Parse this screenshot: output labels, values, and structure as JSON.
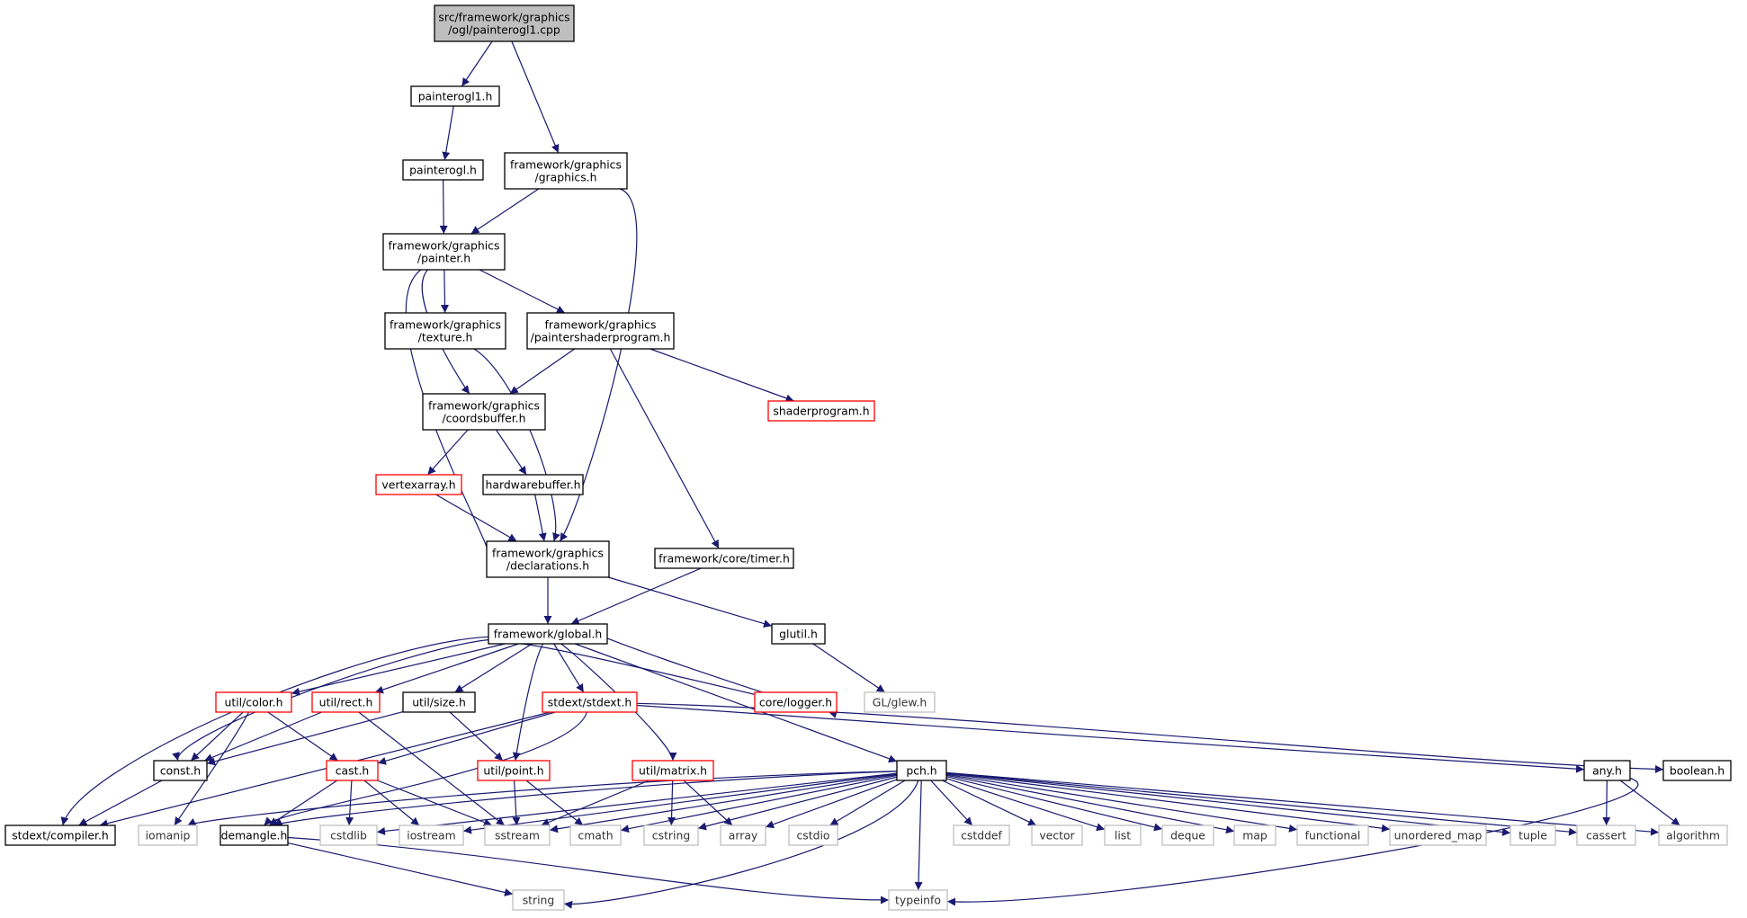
{
  "colors": {
    "edge": "#191970",
    "border_normal": "#000000",
    "border_truncated": "#ff0000",
    "border_system": "#bfbfbf",
    "text_normal": "#000000",
    "text_system": "#333333",
    "root_fill": "#bfbfbf",
    "node_fill": "#ffffff"
  },
  "nodes": [
    {
      "id": "root",
      "label": "src/framework/graphics\n/ogl/painterogl1.cpp",
      "kind": "root"
    },
    {
      "id": "painterogl1",
      "label": "painterogl1.h",
      "kind": "normal"
    },
    {
      "id": "painterogl",
      "label": "painterogl.h",
      "kind": "normal"
    },
    {
      "id": "graphics",
      "label": "framework/graphics\n/graphics.h",
      "kind": "normal"
    },
    {
      "id": "painter",
      "label": "framework/graphics\n/painter.h",
      "kind": "normal"
    },
    {
      "id": "texture",
      "label": "framework/graphics\n/texture.h",
      "kind": "normal"
    },
    {
      "id": "paintershader",
      "label": "framework/graphics\n/paintershaderprogram.h",
      "kind": "normal"
    },
    {
      "id": "shaderprogram",
      "label": "shaderprogram.h",
      "kind": "truncated"
    },
    {
      "id": "coordsbuffer",
      "label": "framework/graphics\n/coordsbuffer.h",
      "kind": "normal"
    },
    {
      "id": "vertexarray",
      "label": "vertexarray.h",
      "kind": "truncated"
    },
    {
      "id": "hardwarebuffer",
      "label": "hardwarebuffer.h",
      "kind": "normal"
    },
    {
      "id": "declarations",
      "label": "framework/graphics\n/declarations.h",
      "kind": "normal"
    },
    {
      "id": "timer",
      "label": "framework/core/timer.h",
      "kind": "normal"
    },
    {
      "id": "global",
      "label": "framework/global.h",
      "kind": "normal"
    },
    {
      "id": "glutil",
      "label": "glutil.h",
      "kind": "normal"
    },
    {
      "id": "glew",
      "label": "GL/glew.h",
      "kind": "system"
    },
    {
      "id": "color",
      "label": "util/color.h",
      "kind": "truncated"
    },
    {
      "id": "rect",
      "label": "util/rect.h",
      "kind": "truncated"
    },
    {
      "id": "size",
      "label": "util/size.h",
      "kind": "normal"
    },
    {
      "id": "stdext",
      "label": "stdext/stdext.h",
      "kind": "truncated"
    },
    {
      "id": "logger",
      "label": "core/logger.h",
      "kind": "truncated"
    },
    {
      "id": "const",
      "label": "const.h",
      "kind": "normal"
    },
    {
      "id": "cast",
      "label": "cast.h",
      "kind": "truncated"
    },
    {
      "id": "point",
      "label": "util/point.h",
      "kind": "truncated"
    },
    {
      "id": "matrix",
      "label": "util/matrix.h",
      "kind": "truncated"
    },
    {
      "id": "pch",
      "label": "pch.h",
      "kind": "normal"
    },
    {
      "id": "any",
      "label": "any.h",
      "kind": "normal"
    },
    {
      "id": "boolean",
      "label": "boolean.h",
      "kind": "normal"
    },
    {
      "id": "compiler",
      "label": "stdext/compiler.h",
      "kind": "normal"
    },
    {
      "id": "iomanip",
      "label": "iomanip",
      "kind": "system"
    },
    {
      "id": "demangle",
      "label": "demangle.h",
      "kind": "normal"
    },
    {
      "id": "cstdlib",
      "label": "cstdlib",
      "kind": "system"
    },
    {
      "id": "iostream",
      "label": "iostream",
      "kind": "system"
    },
    {
      "id": "sstream",
      "label": "sstream",
      "kind": "system"
    },
    {
      "id": "cmath",
      "label": "cmath",
      "kind": "system"
    },
    {
      "id": "cstring",
      "label": "cstring",
      "kind": "system"
    },
    {
      "id": "array",
      "label": "array",
      "kind": "system"
    },
    {
      "id": "cstdio",
      "label": "cstdio",
      "kind": "system"
    },
    {
      "id": "cstddef",
      "label": "cstddef",
      "kind": "system"
    },
    {
      "id": "vector",
      "label": "vector",
      "kind": "system"
    },
    {
      "id": "list",
      "label": "list",
      "kind": "system"
    },
    {
      "id": "deque",
      "label": "deque",
      "kind": "system"
    },
    {
      "id": "map",
      "label": "map",
      "kind": "system"
    },
    {
      "id": "functional",
      "label": "functional",
      "kind": "system"
    },
    {
      "id": "unordered_map",
      "label": "unordered_map",
      "kind": "system"
    },
    {
      "id": "tuple",
      "label": "tuple",
      "kind": "system"
    },
    {
      "id": "cassert",
      "label": "cassert",
      "kind": "system"
    },
    {
      "id": "algorithm",
      "label": "algorithm",
      "kind": "system"
    },
    {
      "id": "string",
      "label": "string",
      "kind": "system"
    },
    {
      "id": "typeinfo",
      "label": "typeinfo",
      "kind": "system"
    }
  ],
  "edges": [
    [
      "root",
      "painterogl1"
    ],
    [
      "root",
      "graphics"
    ],
    [
      "painterogl1",
      "painterogl"
    ],
    [
      "painterogl",
      "painter"
    ],
    [
      "graphics",
      "painter"
    ],
    [
      "graphics",
      "declarations"
    ],
    [
      "painter",
      "texture"
    ],
    [
      "painter",
      "paintershader"
    ],
    [
      "painter",
      "coordsbuffer"
    ],
    [
      "painter",
      "declarations"
    ],
    [
      "texture",
      "declarations"
    ],
    [
      "paintershader",
      "coordsbuffer"
    ],
    [
      "paintershader",
      "shaderprogram"
    ],
    [
      "paintershader",
      "timer"
    ],
    [
      "coordsbuffer",
      "vertexarray"
    ],
    [
      "coordsbuffer",
      "hardwarebuffer"
    ],
    [
      "vertexarray",
      "declarations"
    ],
    [
      "hardwarebuffer",
      "declarations"
    ],
    [
      "declarations",
      "global"
    ],
    [
      "declarations",
      "glutil"
    ],
    [
      "timer",
      "global"
    ],
    [
      "glutil",
      "glew"
    ],
    [
      "global",
      "color"
    ],
    [
      "global",
      "rect"
    ],
    [
      "global",
      "size"
    ],
    [
      "global",
      "stdext"
    ],
    [
      "global",
      "logger"
    ],
    [
      "global",
      "const"
    ],
    [
      "global",
      "compiler"
    ],
    [
      "global",
      "point"
    ],
    [
      "global",
      "matrix"
    ],
    [
      "global",
      "pch"
    ],
    [
      "logger",
      "global"
    ],
    [
      "color",
      "const"
    ],
    [
      "color",
      "cast"
    ],
    [
      "color",
      "iomanip"
    ],
    [
      "rect",
      "const"
    ],
    [
      "rect",
      "sstream"
    ],
    [
      "size",
      "const"
    ],
    [
      "size",
      "point"
    ],
    [
      "stdext",
      "cast"
    ],
    [
      "stdext",
      "compiler"
    ],
    [
      "stdext",
      "any"
    ],
    [
      "stdext",
      "boolean"
    ],
    [
      "stdext",
      "demangle"
    ],
    [
      "const",
      "compiler"
    ],
    [
      "cast",
      "demangle"
    ],
    [
      "cast",
      "cstdlib"
    ],
    [
      "cast",
      "iostream"
    ],
    [
      "cast",
      "sstream"
    ],
    [
      "point",
      "sstream"
    ],
    [
      "point",
      "cmath"
    ],
    [
      "matrix",
      "sstream"
    ],
    [
      "matrix",
      "cstring"
    ],
    [
      "matrix",
      "array"
    ],
    [
      "pch",
      "iomanip"
    ],
    [
      "pch",
      "demangle"
    ],
    [
      "pch",
      "cstdlib"
    ],
    [
      "pch",
      "iostream"
    ],
    [
      "pch",
      "sstream"
    ],
    [
      "pch",
      "cmath"
    ],
    [
      "pch",
      "cstring"
    ],
    [
      "pch",
      "array"
    ],
    [
      "pch",
      "cstdio"
    ],
    [
      "pch",
      "cstddef"
    ],
    [
      "pch",
      "vector"
    ],
    [
      "pch",
      "list"
    ],
    [
      "pch",
      "deque"
    ],
    [
      "pch",
      "map"
    ],
    [
      "pch",
      "functional"
    ],
    [
      "pch",
      "unordered_map"
    ],
    [
      "pch",
      "tuple"
    ],
    [
      "pch",
      "cassert"
    ],
    [
      "pch",
      "algorithm"
    ],
    [
      "pch",
      "string"
    ],
    [
      "pch",
      "typeinfo"
    ],
    [
      "any",
      "cassert"
    ],
    [
      "any",
      "algorithm"
    ],
    [
      "any",
      "typeinfo"
    ],
    [
      "demangle",
      "string"
    ],
    [
      "demangle",
      "typeinfo"
    ]
  ]
}
